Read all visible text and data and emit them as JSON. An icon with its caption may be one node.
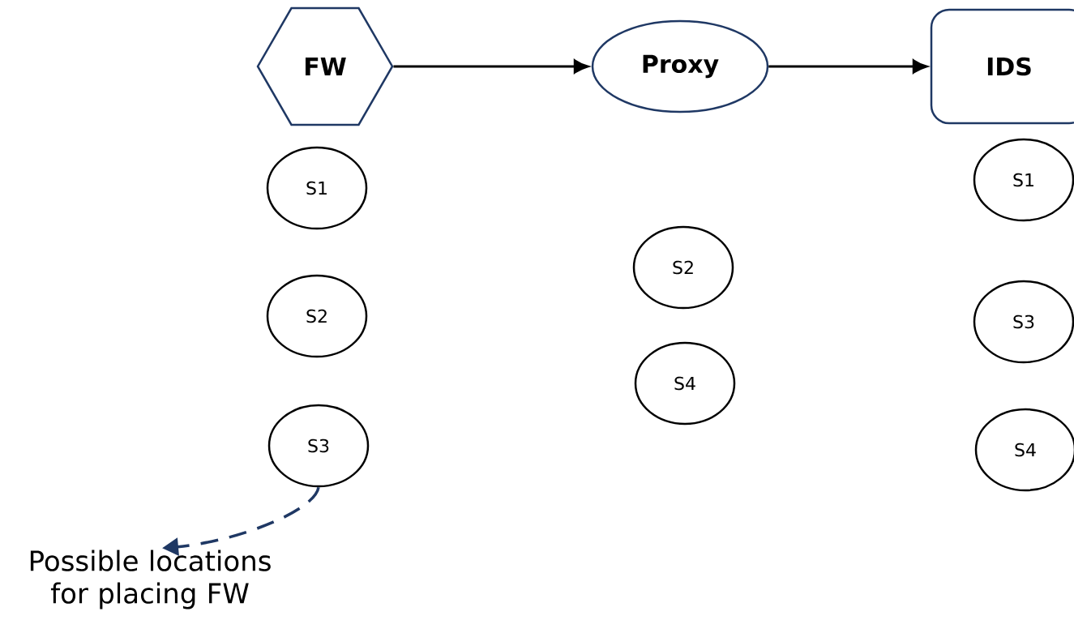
{
  "diagram": {
    "nodes": [
      {
        "text": [
          "FW"
        ]
      },
      {
        "text": [
          "Proxy"
        ]
      },
      {
        "text": [
          "IDS"
        ]
      },
      {
        "text": [
          "S1"
        ]
      },
      {
        "text": [
          "S2"
        ]
      },
      {
        "text": [
          "S3"
        ]
      },
      {
        "text": [
          "S2"
        ]
      },
      {
        "text": [
          "S4"
        ]
      },
      {
        "text": [
          "S1"
        ]
      },
      {
        "text": [
          "S3"
        ]
      },
      {
        "text": [
          "S4"
        ]
      },
      {
        "text": [
          "Possible locations for placing FW"
        ]
      }
    ],
    "edges": [
      {
        "from": 0,
        "to": 1,
        "arrow": "to"
      },
      {
        "from": 1,
        "to": 2,
        "arrow": "to"
      },
      {
        "from": 5,
        "to": 11,
        "arrow": "to",
        "style": "dashed",
        "color": "#1f3864"
      }
    ]
  }
}
